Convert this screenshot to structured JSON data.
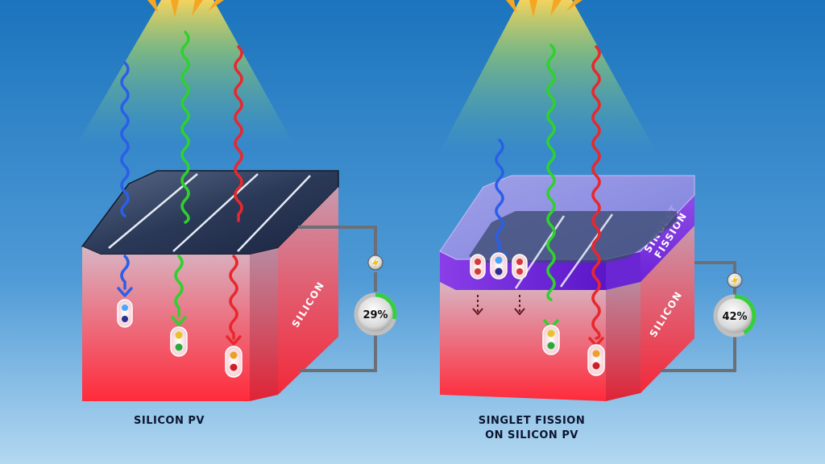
{
  "left_panel": {
    "caption": "SILICON PV",
    "side_label": "SILICON",
    "efficiency": "29%",
    "efficiency_fraction": 0.29
  },
  "right_panel": {
    "caption_line1": "SINGLET FISSION",
    "caption_line2": "ON SILICON PV",
    "side_label": "SILICON",
    "top_label_line1": "SINGLET",
    "top_label_line2": "FISSION",
    "efficiency": "42%",
    "efficiency_fraction": 0.42
  },
  "colors": {
    "sky_top": "#1b74bd",
    "sky_bottom": "#a9d1ee",
    "blue_photon": "#2a5fe8",
    "green_photon": "#2ed12e",
    "red_photon": "#e8282d",
    "silicon": "#f0505f",
    "fission_layer": "#7a2fe0",
    "gauge_fill": "#36d03c",
    "panel_top": "#1f2c48"
  },
  "icons": [
    "sun-icon",
    "lightning-icon",
    "electron-pair-icon",
    "arrow-down-icon"
  ]
}
